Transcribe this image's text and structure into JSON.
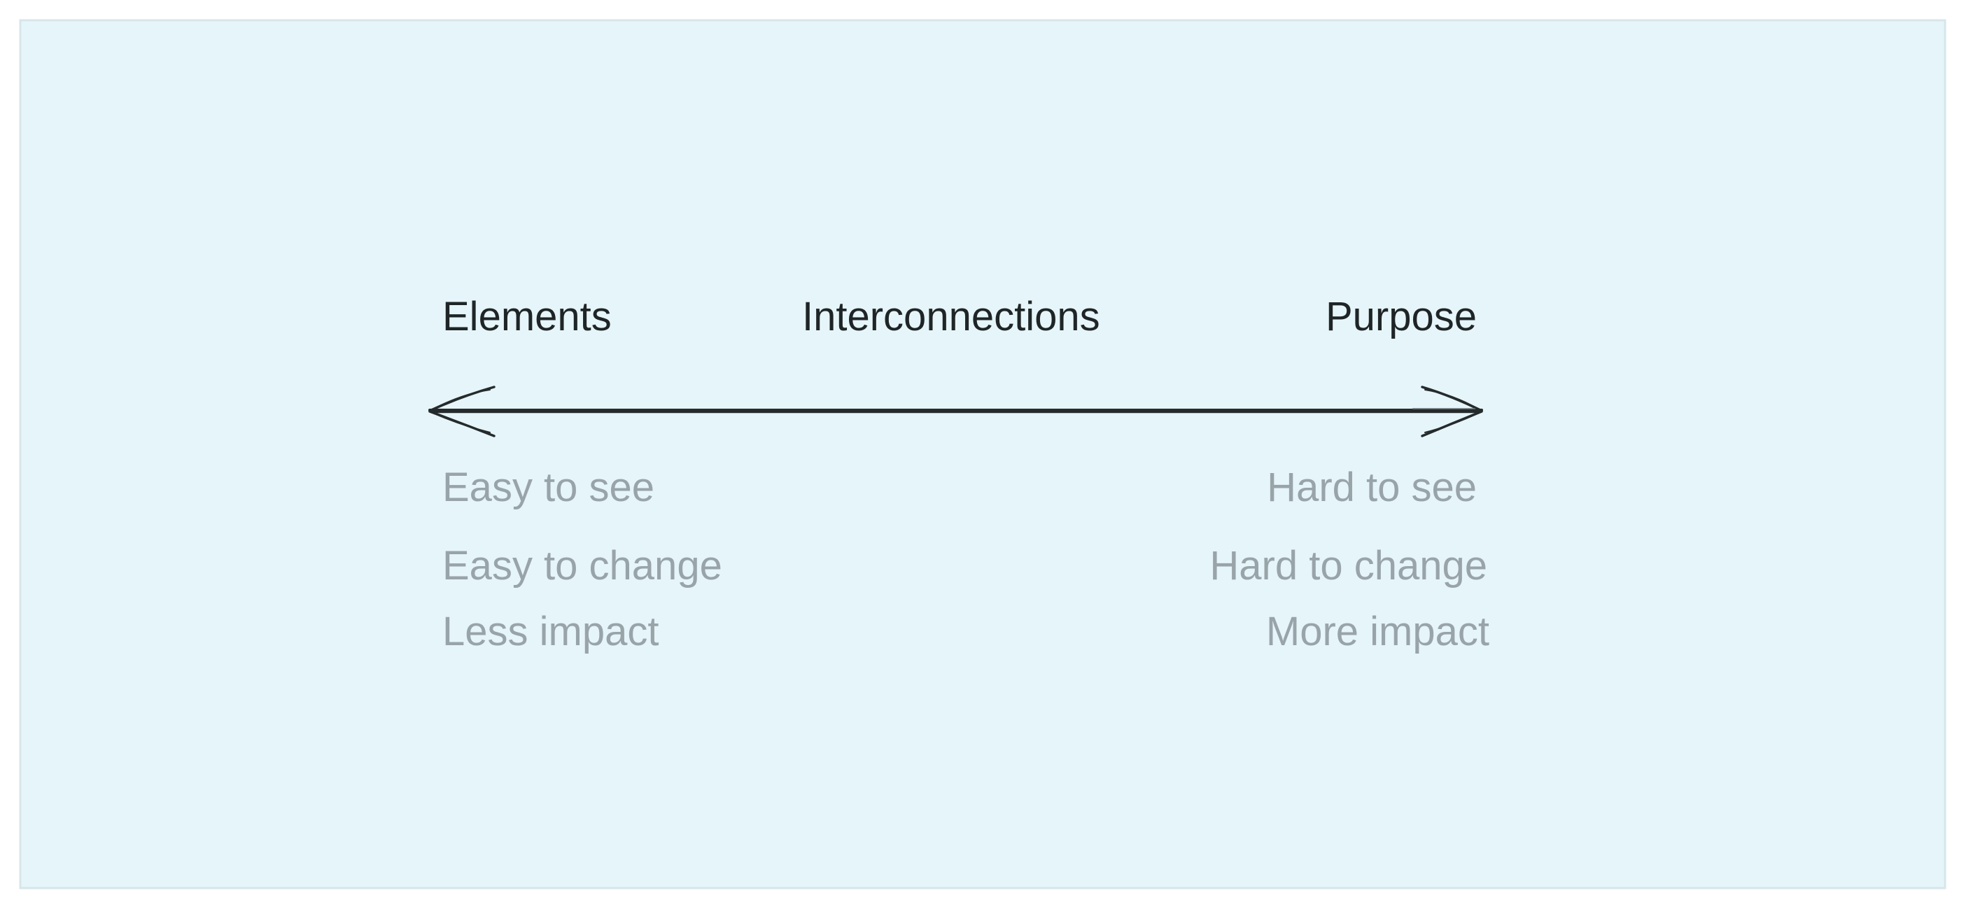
{
  "diagram": {
    "top_labels": {
      "left": "Elements",
      "center": "Interconnections",
      "right": "Purpose"
    },
    "left_properties": [
      "Easy to see",
      "Easy to change",
      "Less impact"
    ],
    "right_properties": [
      "Hard to see",
      "Hard to change",
      "More impact"
    ],
    "arrow": "double-headed",
    "colors": {
      "background": "#e6f5f9",
      "primary_text": "#1f2527",
      "secondary_text": "#98a4a9",
      "arrow": "#1f2527"
    }
  }
}
